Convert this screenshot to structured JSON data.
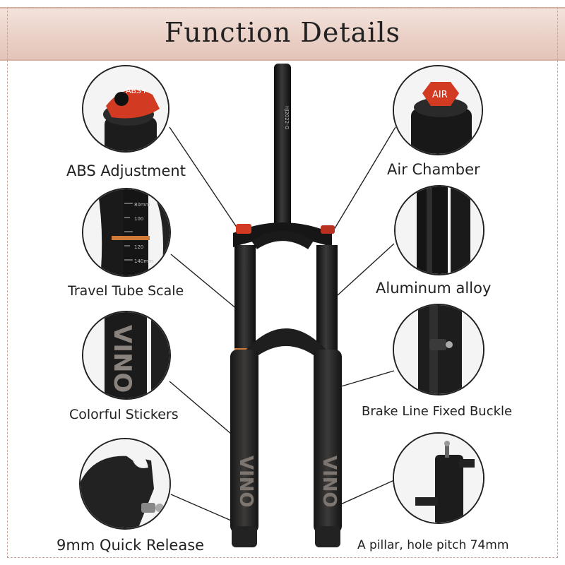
{
  "header": {
    "title": "Function Details"
  },
  "features": {
    "abs": "ABS Adjustment",
    "travel": "Travel Tube Scale",
    "stickers": "Colorful Stickers",
    "quick_release": "9mm Quick Release",
    "air": "Air Chamber",
    "alloy": "Aluminum alloy",
    "buckle": "Brake Line Fixed Buckle",
    "pillar": "A pillar, hole pitch 74mm"
  },
  "detail_text": {
    "abs_cap": "ABS+",
    "air_cap": "AIR",
    "brand": "VINO",
    "scale_ticks": [
      "80mm",
      "100",
      "120",
      "140mm"
    ],
    "steerer_code": "HJ2022-G"
  },
  "colors": {
    "accent_red": "#d23a22",
    "fork_black": "#1c1c1c",
    "banner": "#e9cfc5"
  }
}
